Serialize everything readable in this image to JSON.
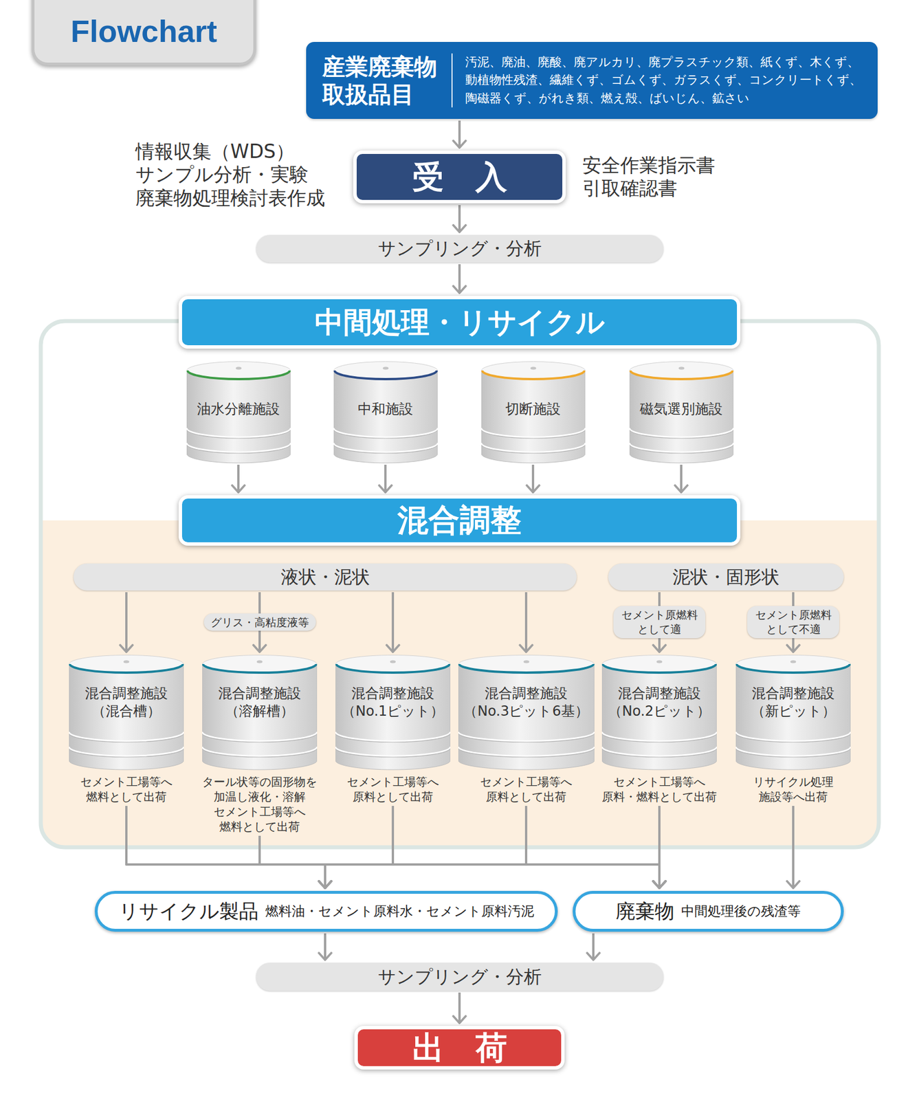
{
  "diagram": {
    "title": "Flowchart",
    "nodes": [
      {
        "text": [
          "産業廃棄物 取扱品目",
          "汚泥、廃油、廃酸、廃アルカリ、廃プラスチック類、紙くず、木くず、 動植物性残渣、繊維くず、ゴムくず、ガラスくず、コンクリートくず、 陶磁器くず、がれき類、燃え殻、ばいじん、鉱さい"
        ]
      },
      {
        "text": [
          "受　入"
        ]
      },
      {
        "text": [
          "サンプリング・分析"
        ]
      },
      {
        "text": [
          "中間処理・リサイクル"
        ]
      },
      {
        "text": [
          "油水分離施設"
        ]
      },
      {
        "text": [
          "中和施設"
        ]
      },
      {
        "text": [
          "切断施設"
        ]
      },
      {
        "text": [
          "磁気選別施設"
        ]
      },
      {
        "text": [
          "混合調整"
        ]
      },
      {
        "text": [
          "液状・泥状"
        ]
      },
      {
        "text": [
          "泥状・固形状"
        ]
      },
      {
        "text": [
          "混合調整施設 （混合槽）",
          "セメント工場等へ 燃料として出荷"
        ]
      },
      {
        "text": [
          "混合調整施設 （溶解槽）",
          "タール状等の固形物を 加温し液化・溶解 セメント工場等へ 燃料として出荷"
        ]
      },
      {
        "text": [
          "混合調整施設 （No.1ピット）",
          "セメント工場等へ 原料として出荷"
        ]
      },
      {
        "text": [
          "混合調整施設 （No.3ピット6基）",
          "セメント工場等へ 原料として出荷"
        ]
      },
      {
        "text": [
          "混合調整施設 （No.2ピット）",
          "セメント工場等へ 原料・燃料として出荷"
        ]
      },
      {
        "text": [
          "混合調整施設 （新ピット）",
          "リサイクル処理 施設等へ出荷"
        ]
      },
      {
        "text": [
          "リサイクル製品",
          "燃料油・セメント原料水・セメント原料汚泥"
        ]
      },
      {
        "text": [
          "廃棄物",
          "中間処理後の残渣等"
        ]
      },
      {
        "text": [
          "サンプリング・分析"
        ]
      },
      {
        "text": [
          "出　荷"
        ]
      }
    ],
    "edges": [
      {
        "from": 0,
        "to": 1,
        "arrow": "to"
      },
      {
        "from": 1,
        "to": 2,
        "arrow": "to"
      },
      {
        "from": 2,
        "to": 3,
        "arrow": "to"
      },
      {
        "from": 4,
        "to": 8,
        "arrow": "to"
      },
      {
        "from": 5,
        "to": 8,
        "arrow": "to"
      },
      {
        "from": 6,
        "to": 8,
        "arrow": "to"
      },
      {
        "from": 7,
        "to": 8,
        "arrow": "to"
      },
      {
        "from": 9,
        "to": 11,
        "arrow": "to"
      },
      {
        "from": 9,
        "to": 12,
        "label": "グリス・高粘度液等",
        "arrow": "to"
      },
      {
        "from": 9,
        "to": 13,
        "arrow": "to"
      },
      {
        "from": 9,
        "to": 14,
        "arrow": "to"
      },
      {
        "from": 10,
        "to": 15,
        "label": "セメント原燃料 として適",
        "arrow": "to"
      },
      {
        "from": 10,
        "to": 16,
        "label": "セメント原燃料 として不適",
        "arrow": "to"
      },
      {
        "from": 11,
        "to": 17,
        "arrow": "to"
      },
      {
        "from": 12,
        "to": 17,
        "arrow": "to"
      },
      {
        "from": 13,
        "to": 17,
        "arrow": "to"
      },
      {
        "from": 14,
        "to": 17,
        "arrow": "to"
      },
      {
        "from": 15,
        "to": 17,
        "arrow": "to"
      },
      {
        "from": 11,
        "to": 18,
        "arrow": "to"
      },
      {
        "from": 12,
        "to": 18,
        "arrow": "to"
      },
      {
        "from": 13,
        "to": 18,
        "arrow": "to"
      },
      {
        "from": 14,
        "to": 18,
        "arrow": "to"
      },
      {
        "from": 15,
        "to": 18,
        "arrow": "to"
      },
      {
        "from": 16,
        "to": 18,
        "arrow": "to"
      },
      {
        "from": 17,
        "to": 19,
        "arrow": "to"
      },
      {
        "from": 18,
        "to": 19,
        "arrow": "to"
      },
      {
        "from": 19,
        "to": 20,
        "arrow": "to"
      }
    ],
    "labels": [
      "情報収集（WDS） サンプル分析・実験 廃棄物処理検討表作成",
      "安全作業指示書 引取確認書"
    ]
  }
}
